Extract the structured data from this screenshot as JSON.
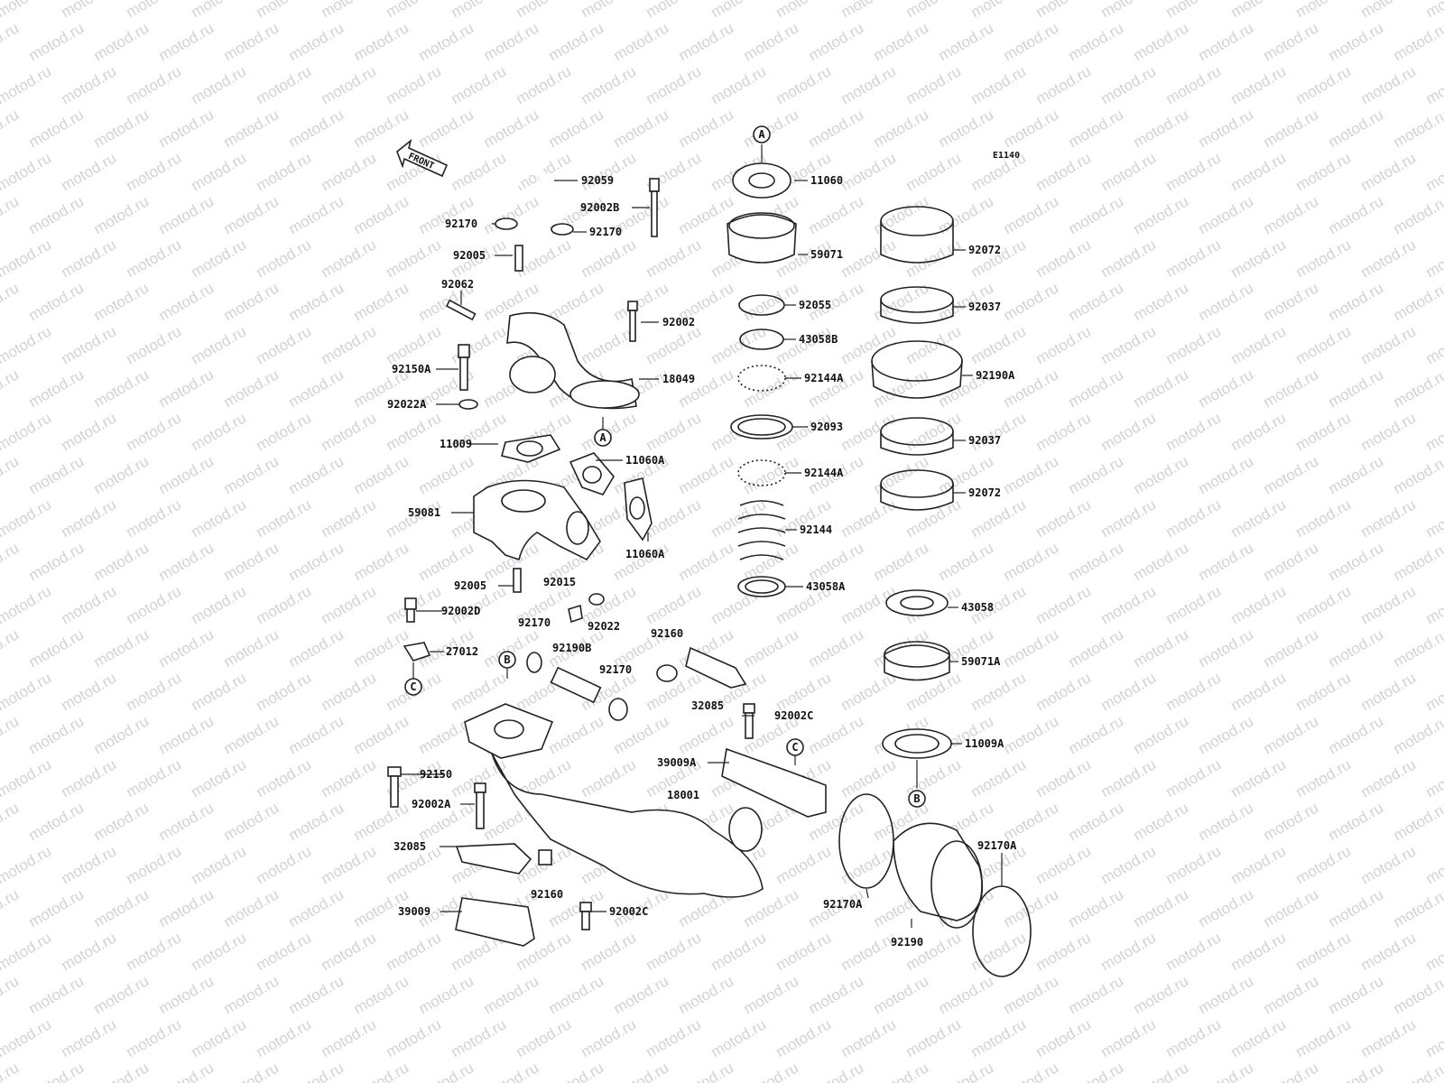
{
  "diagram_code": "E1140",
  "front_label": "FRONT",
  "watermark": "motod.ru",
  "markers": [
    "A",
    "B",
    "C"
  ],
  "parts": [
    "92059",
    "92002B",
    "92170",
    "92170",
    "92005",
    "92062",
    "92002",
    "92150A",
    "18049",
    "92022A",
    "11009",
    "11060A",
    "59081",
    "11060A",
    "92005",
    "92015",
    "92022",
    "92002D",
    "27012",
    "92170",
    "92190B",
    "92160",
    "92170",
    "32085",
    "92002C",
    "39009A",
    "18001",
    "92150",
    "92002A",
    "32085",
    "92160",
    "39009",
    "92002C",
    "11060",
    "59071",
    "92055",
    "43058B",
    "92144A",
    "92093",
    "92144A",
    "92144",
    "43058A",
    "92072",
    "92037",
    "92190A",
    "92037",
    "92072",
    "43058",
    "59071A",
    "11009A",
    "92170A",
    "92170A",
    "92190"
  ]
}
